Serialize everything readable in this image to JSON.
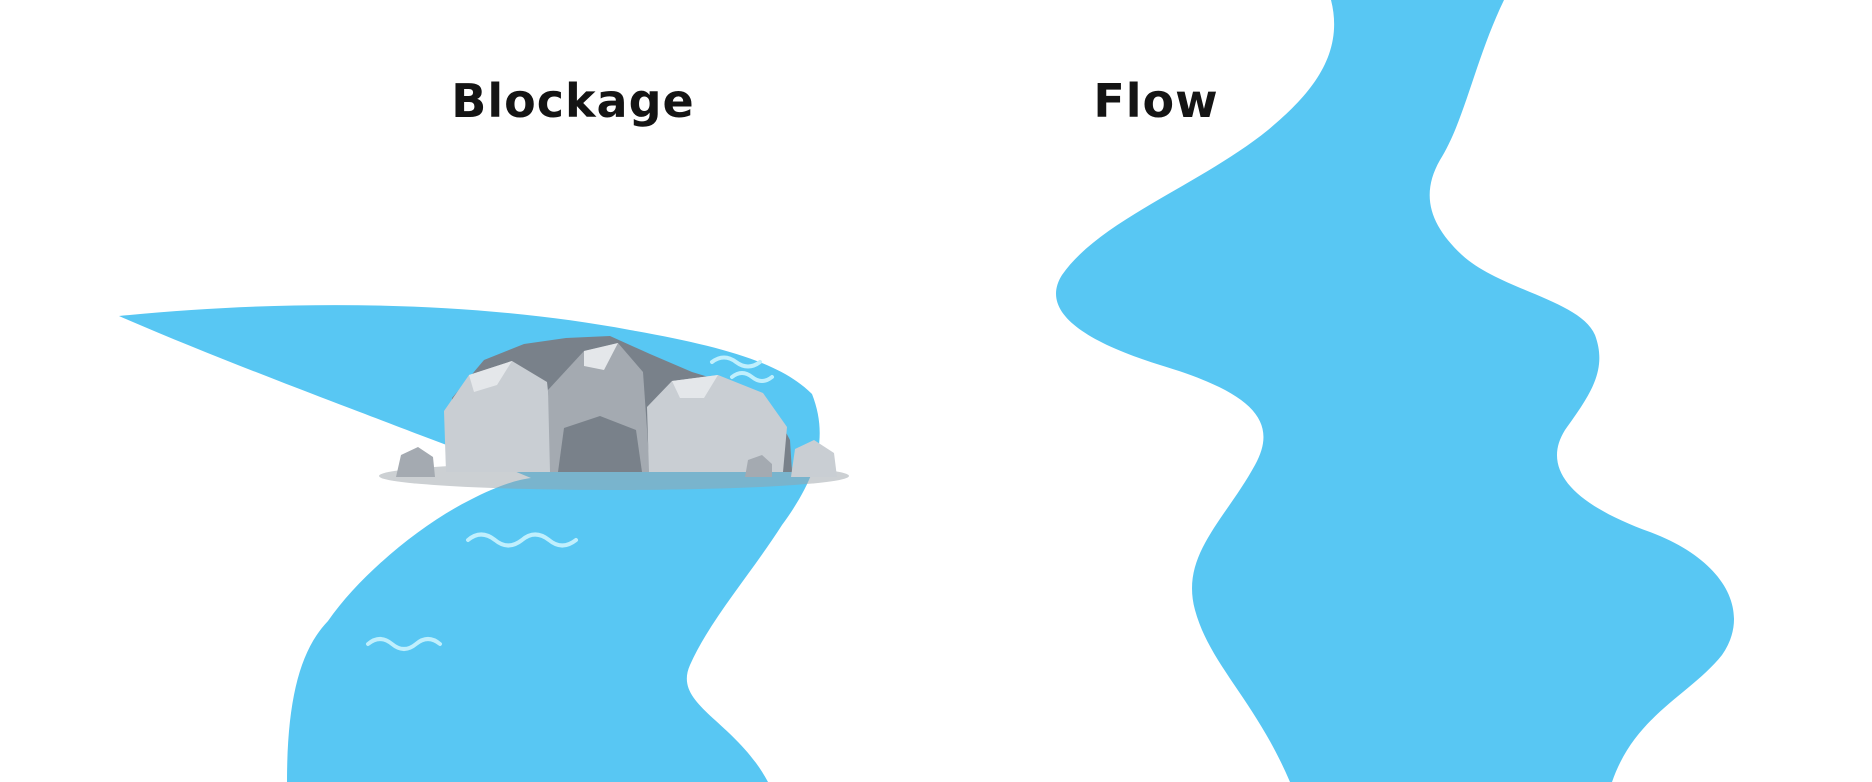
{
  "scene": {
    "left": {
      "label": "Blockage",
      "illustration": "river-blocked-by-rock-pile"
    },
    "right": {
      "label": "Flow",
      "illustration": "river-flowing-freely"
    }
  },
  "colors": {
    "background": "#ffffff",
    "river": "#58C7F3",
    "wave": "#BFEFFD",
    "rock_light": "#C9CED3",
    "rock_mid": "#A4AAB1",
    "rock_dark": "#79818A",
    "rock_highlight": "#E4E7EA",
    "rock_shadow": "#9AA1A8",
    "label_text": "#141414"
  }
}
